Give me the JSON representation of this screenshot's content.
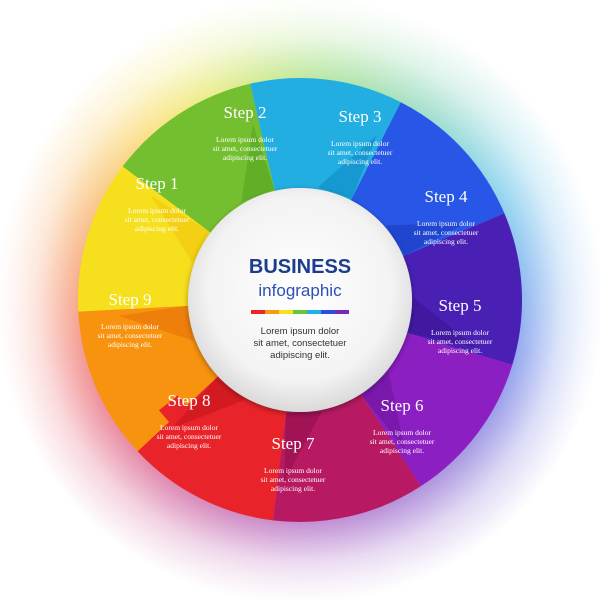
{
  "center": {
    "title": "BUSINESS",
    "subtitle": "infographic",
    "description": [
      "Lorem ipsum dolor",
      "sit amet, consectetuer",
      "adipiscing elit."
    ],
    "color_bar": [
      "#e8262a",
      "#f59a12",
      "#f6e21a",
      "#6cc43a",
      "#21b0e6",
      "#2a4fe0",
      "#7a28b8"
    ]
  },
  "steps": [
    {
      "title": "Step 1",
      "description": [
        "Lorem ipsum dolor",
        "sit amet, consectetuer",
        "adipiscing elit."
      ],
      "color": "#f7930f",
      "color_dark": "#e56f08"
    },
    {
      "title": "Step 2",
      "description": [
        "Lorem ipsum dolor",
        "sit amet, consectetuer",
        "adipiscing elit."
      ],
      "color": "#f6df1c",
      "color_dark": "#f0c20c"
    },
    {
      "title": "Step 3",
      "description": [
        "Lorem ipsum dolor",
        "sit amet, consectetuer",
        "adipiscing elit."
      ],
      "color": "#74bf30",
      "color_dark": "#52a221"
    },
    {
      "title": "Step 4",
      "description": [
        "Lorem ipsum dolor",
        "sit amet, consectetuer",
        "adipiscing elit."
      ],
      "color": "#22aee0",
      "color_dark": "#0d87c3"
    },
    {
      "title": "Step 5",
      "description": [
        "Lorem ipsum dolor",
        "sit amet, consectetuer",
        "adipiscing elit."
      ],
      "color": "#2856e6",
      "color_dark": "#1a38b9"
    },
    {
      "title": "Step 6",
      "description": [
        "Lorem ipsum dolor",
        "sit amet, consectetuer",
        "adipiscing elit."
      ],
      "color": "#4a1fb4",
      "color_dark": "#3a148f"
    },
    {
      "title": "Step 7",
      "description": [
        "Lorem ipsum dolor",
        "sit amet, consectetuer",
        "adipiscing elit."
      ],
      "color": "#8c1fc1",
      "color_dark": "#6c1299"
    },
    {
      "title": "Step 8",
      "description": [
        "Lorem ipsum dolor",
        "sit amet, consectetuer",
        "adipiscing elit."
      ],
      "color": "#b71a62",
      "color_dark": "#8f0e49"
    },
    {
      "title": "Step 9",
      "description": [
        "Lorem ipsum dolor",
        "sit amet, consectetuer",
        "adipiscing elit."
      ],
      "color": "#e8242a",
      "color_dark": "#c2121a"
    }
  ]
}
